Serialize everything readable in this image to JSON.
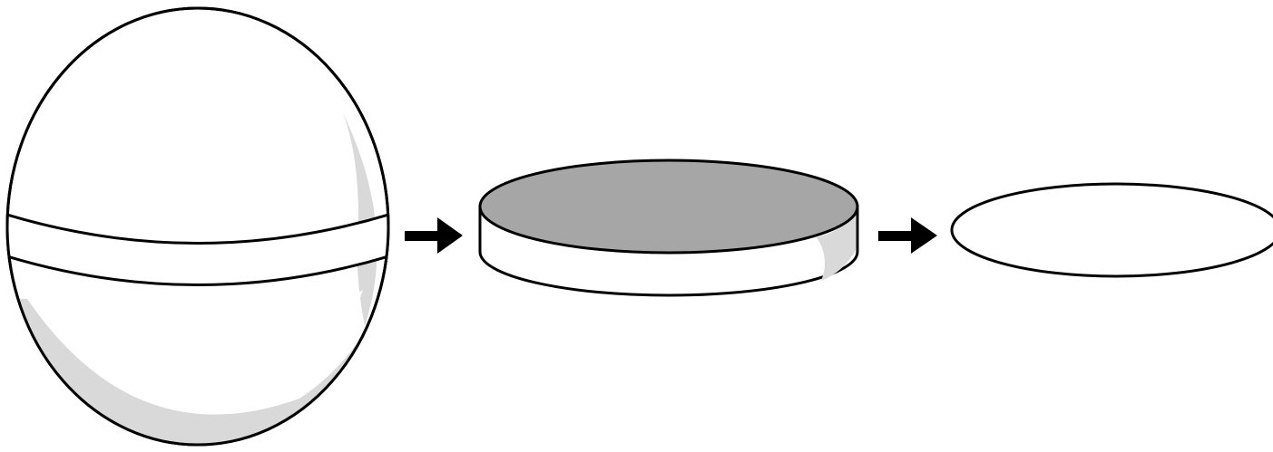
{
  "diagram": {
    "steps": [
      {
        "name": "sphere-with-equatorial-band"
      },
      {
        "name": "cylindrical-disk-slice"
      },
      {
        "name": "flat-elliptical-cross-section"
      }
    ],
    "arrows": 2,
    "colors": {
      "outline": "#000000",
      "fill": "#ffffff",
      "shade": "#d9d9d9",
      "top_face": "#a6a6a6",
      "arrow": "#000000"
    }
  }
}
